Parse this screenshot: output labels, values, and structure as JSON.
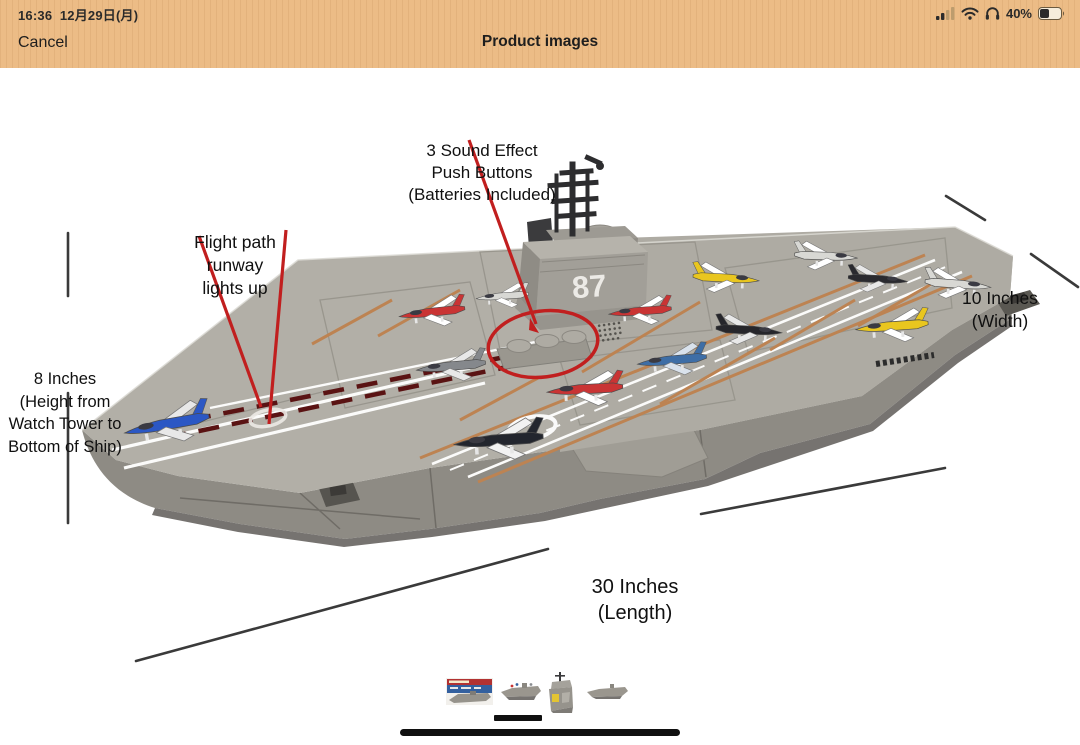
{
  "status_bar": {
    "time": "16:36",
    "date": "12月29日(月)",
    "battery_percent": "40%",
    "icons": [
      "cellular-signal-icon",
      "wifi-icon",
      "headphones-icon",
      "battery-icon"
    ]
  },
  "nav": {
    "cancel_label": "Cancel",
    "title": "Product images"
  },
  "figure": {
    "ship_number": "87",
    "annotations": {
      "sound_buttons": {
        "lines": [
          "3 Sound Effect",
          "Push Buttons",
          "(Batteries Included)"
        ]
      },
      "flight_path": {
        "lines": [
          "Flight path",
          "runway",
          "lights up"
        ]
      },
      "height": {
        "lines": [
          "8 Inches",
          "(Height from",
          "Watch Tower to",
          "Bottom of Ship)"
        ]
      },
      "width": {
        "lines": [
          "10 Inches",
          "(Width)"
        ]
      },
      "length": {
        "lines": [
          "30 Inches",
          "(Length)"
        ]
      }
    },
    "colors": {
      "header_tan": "#ecbc86",
      "annotation_red": "#c11f1f",
      "dimension_line": "#3a3a3a",
      "deck_grey": "#b2afa7",
      "hull_grey": "#8e8b84"
    }
  },
  "thumbnails": {
    "selected_index": 1,
    "items": [
      {
        "icon": "box-art-thumb"
      },
      {
        "icon": "carrier-side-thumb"
      },
      {
        "icon": "island-tower-thumb"
      },
      {
        "icon": "carrier-side-thumb-2"
      }
    ]
  }
}
